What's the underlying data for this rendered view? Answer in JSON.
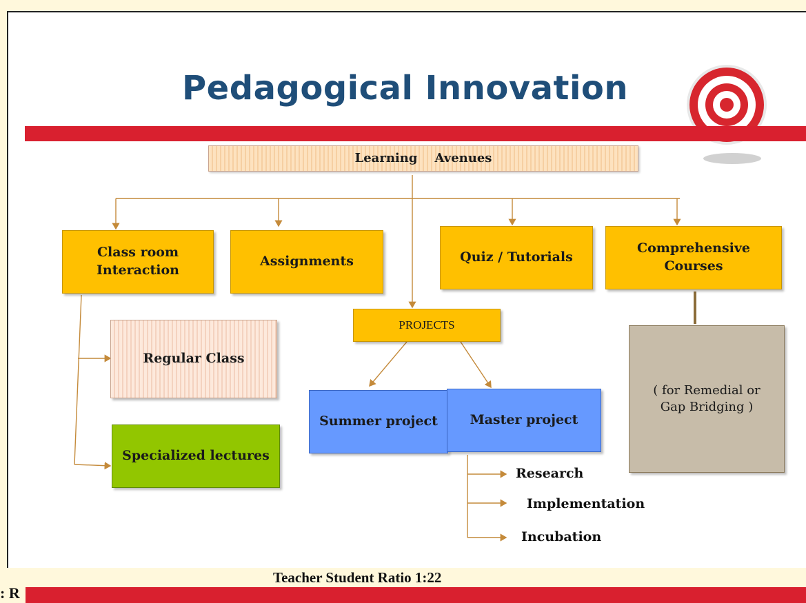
{
  "title": "Pedagogical Innovation",
  "root": "Learning    Avenues",
  "categories": {
    "classroom": "Class room Interaction",
    "assignments": "Assignments",
    "quiz": "Quiz / Tutorials",
    "comprehensive": "Comprehensive Courses"
  },
  "projects": {
    "label": "PROJECTS",
    "summer": "Summer project",
    "master": "Master project",
    "master_steps": [
      "Research",
      "Implementation",
      "Incubation"
    ]
  },
  "classroom_sub": {
    "regular": "Regular Class",
    "specialized": "Specialized lectures"
  },
  "comprehensive_sub": "( for Remedial or Gap Bridging )",
  "footer": "Teacher Student Ratio 1:22",
  "edge_fragment": ": R",
  "colors": {
    "title": "#1f4e79",
    "band": "#d9202f",
    "category": "#ffc000",
    "project": "#6699ff",
    "specialized": "#92c600",
    "remedial": "#c7bca9"
  }
}
